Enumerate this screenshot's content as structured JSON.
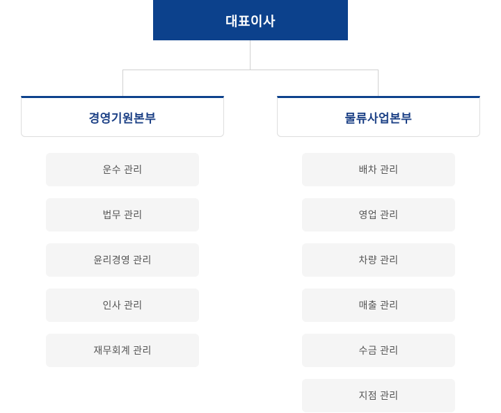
{
  "chart": {
    "ceo": "대표이사",
    "divisions": [
      {
        "name": "경영기원본부",
        "items": [
          "운수 관리",
          "법무 관리",
          "윤리경영 관리",
          "인사 관리",
          "재무회계 관리"
        ]
      },
      {
        "name": "물류사업본부",
        "items": [
          "배차 관리",
          "영업 관리",
          "차량 관리",
          "매출 관리",
          "수금 관리",
          "지점 관리"
        ]
      }
    ]
  },
  "colors": {
    "accent": "#0c418c",
    "division-title": "#1d4186",
    "item-bg": "#f5f5f5",
    "item-text": "#555555",
    "connector": "#d0d0d0",
    "box-border": "#dddddd",
    "page-bg": "#ffffff"
  }
}
